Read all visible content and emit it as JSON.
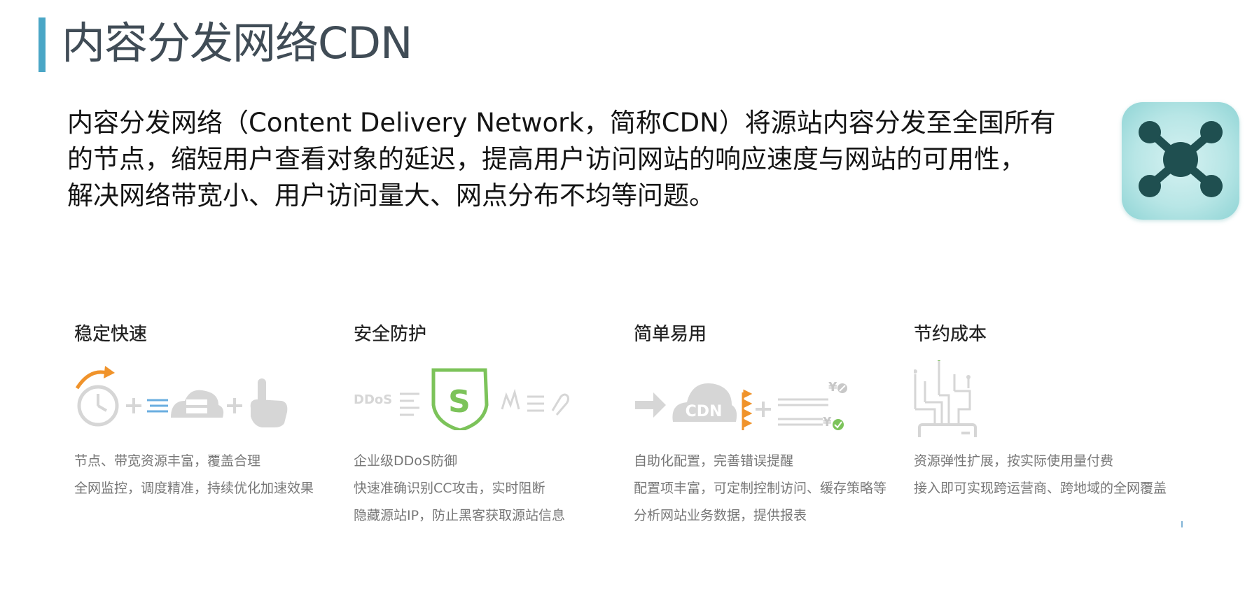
{
  "page": {
    "title": "内容分发网络CDN",
    "intro_lines": [
      "内容分发网络（Content Delivery Network，简称CDN）将源站内容分发至全国所有",
      "的节点，缩短用户查看对象的延迟，提高用户访问网站的响应速度与网站的可用性，",
      "解决网络带宽小、用户访问量大、网点分布不均等问题。"
    ]
  },
  "features": [
    {
      "title": "稳定快速",
      "lines": [
        "节点、带宽资源丰富，覆盖合理",
        "全网监控，调度精准，持续优化加速效果"
      ]
    },
    {
      "title": "安全防护",
      "illo_labels": {
        "ddos": "DDoS",
        "shield": "S"
      },
      "lines": [
        "企业级DDoS防御",
        "快速准确识别CC攻击，实时阻断",
        "隐藏源站IP，防止黑客获取源站信息"
      ]
    },
    {
      "title": "简单易用",
      "illo_labels": {
        "cloud": "CDN",
        "yen1": "¥",
        "yen2": "¥"
      },
      "lines": [
        "自助化配置，完善错误提醒",
        "配置项丰富，可定制控制访问、缓存策略等",
        "分析网站业务数据，提供报表"
      ]
    },
    {
      "title": "节约成本",
      "lines": [
        "资源弹性扩展，按实际使用量付费",
        "接入即可实现跨运营商、跨地域的全网覆盖"
      ]
    }
  ],
  "colors": {
    "accent": "#4aa6c6",
    "title_text": "#404c56",
    "icon_gray": "#d6d6d6",
    "orange": "#f0932b",
    "green": "#7cc35a",
    "blue": "#6aaee0",
    "hero_dark": "#1f4f50"
  },
  "icons": [
    "cdn-network-icon",
    "clock-arrow-icon",
    "cloud-server-icon",
    "touch-hand-icon",
    "shield-s-icon",
    "cdn-cloud-icon",
    "yen-coin-icon",
    "server-branch-icon"
  ]
}
